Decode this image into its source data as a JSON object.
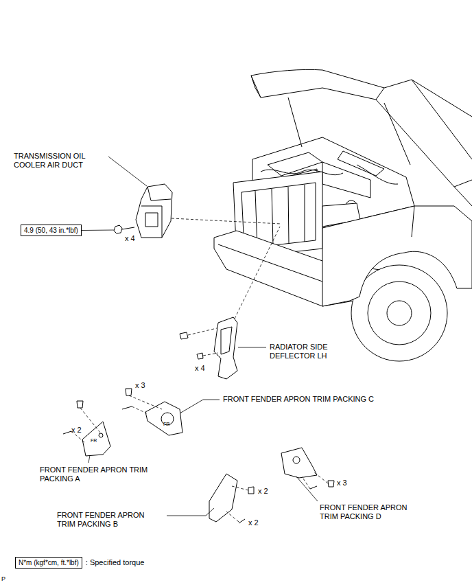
{
  "diagram": {
    "nodes": [
      {
        "text": [
          "4.9 (50, 43 in.*lbf)"
        ]
      },
      {
        "text": [
          "N*m (kgf*cm, ft.*lbf)"
        ]
      }
    ],
    "labels": [
      "TRANSMISSION OIL COOLER AIR DUCT",
      "x 4",
      "RADIATOR SIDE DEFLECTOR LH",
      "x 4",
      "x 3",
      "FRONT FENDER APRON TRIM PACKING C",
      "FR",
      "x 2",
      "FRONT FENDER APRON TRIM PACKING A",
      "FR",
      "x 2",
      "x 2",
      "FRONT FENDER APRON TRIM PACKING B",
      "x 3",
      "FRONT FENDER APRON TRIM PACKING D",
      ": Specified torque",
      "P"
    ]
  }
}
